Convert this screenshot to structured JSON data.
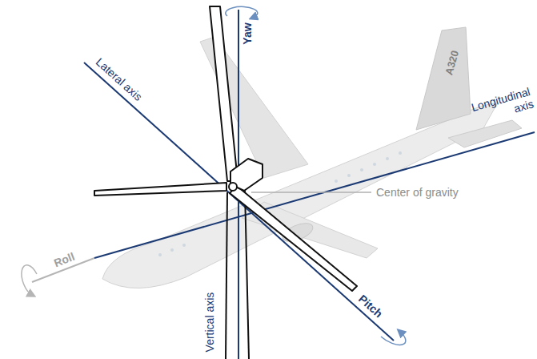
{
  "diagram": {
    "labels": [
      "Lateral axis",
      "Yaw",
      "Longitudinal axis",
      "Center of gravity",
      "Roll",
      "Vertical axis",
      "Pitch",
      "A320"
    ]
  }
}
